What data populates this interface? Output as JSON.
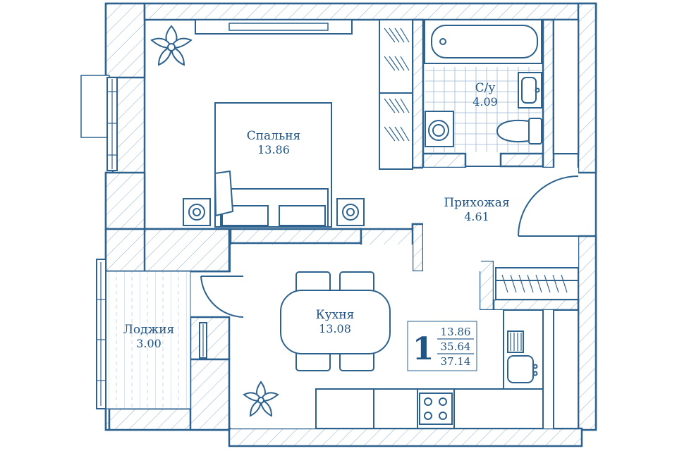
{
  "rooms": {
    "bedroom": {
      "name": "Спальня",
      "area": "13.86"
    },
    "bathroom": {
      "name": "С/у",
      "area": "4.09"
    },
    "hall": {
      "name": "Прихожая",
      "area": "4.61"
    },
    "kitchen": {
      "name": "Кухня",
      "area": "13.08"
    },
    "loggia": {
      "name": "Лоджия",
      "area": "3.00"
    }
  },
  "summary": {
    "rooms_count": "1",
    "living_area": "13.86",
    "total_area": "35.64",
    "total_with_loggia": "37.14"
  },
  "colors": {
    "line": "#2d628f",
    "text": "#1f5484",
    "tile": "#9db8d0"
  },
  "icons": [
    "flower-icon",
    "bed-icon",
    "bathtub-icon",
    "toilet-icon",
    "sink-icon",
    "washing-machine-icon",
    "stove-icon",
    "table-icon"
  ]
}
